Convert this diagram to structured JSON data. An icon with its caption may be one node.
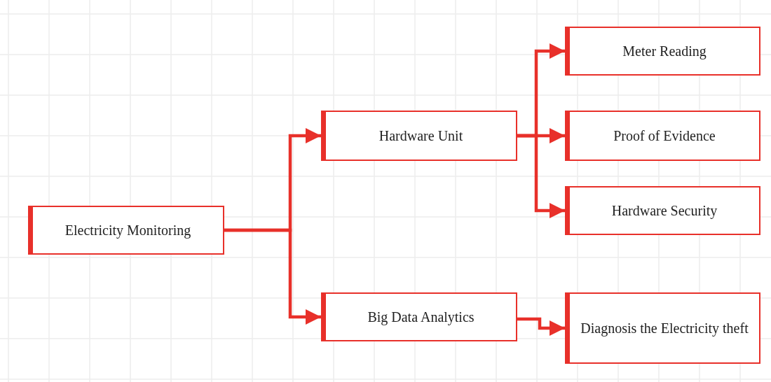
{
  "diagram": {
    "nodes": [
      {
        "text": [
          "Electricity Monitoring"
        ]
      },
      {
        "text": [
          "Hardware Unit"
        ]
      },
      {
        "text": [
          "Big Data Analytics"
        ]
      },
      {
        "text": [
          "Meter Reading"
        ]
      },
      {
        "text": [
          "Proof of Evidence"
        ]
      },
      {
        "text": [
          "Hardware Security"
        ]
      },
      {
        "text": [
          "Diagnosis the Electricity theft"
        ]
      }
    ],
    "edges": [
      {
        "from": 0,
        "to": 1,
        "arrow": "to"
      },
      {
        "from": 0,
        "to": 2,
        "arrow": "to"
      },
      {
        "from": 1,
        "to": 3,
        "arrow": "to"
      },
      {
        "from": 1,
        "to": 4,
        "arrow": "to"
      },
      {
        "from": 1,
        "to": 5,
        "arrow": "to"
      },
      {
        "from": 2,
        "to": 6,
        "arrow": "to"
      }
    ]
  }
}
